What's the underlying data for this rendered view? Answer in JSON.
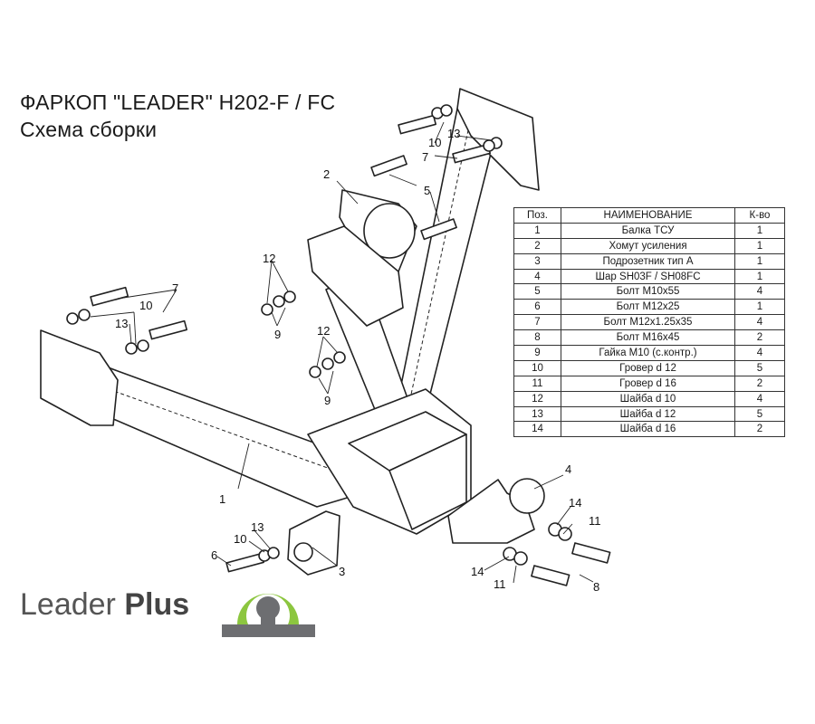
{
  "title_line1": "ФАРКОП \"LEADER\" H202-F / FC",
  "title_line2": "Схема сборки",
  "table": {
    "headers": [
      "Поз.",
      "НАИМЕНОВАНИЕ",
      "К-во"
    ],
    "rows": [
      [
        "1",
        "Балка ТСУ",
        "1"
      ],
      [
        "2",
        "Хомут усиления",
        "1"
      ],
      [
        "3",
        "Подрозетник тип А",
        "1"
      ],
      [
        "4",
        "Шар SH03F / SH08FC",
        "1"
      ],
      [
        "5",
        "Болт М10x55",
        "4"
      ],
      [
        "6",
        "Болт М12x25",
        "1"
      ],
      [
        "7",
        "Болт М12x1.25x35",
        "4"
      ],
      [
        "8",
        "Болт М16x45",
        "2"
      ],
      [
        "9",
        "Гайка  М10 (с.контр.)",
        "4"
      ],
      [
        "10",
        "Гровер d 12",
        "5"
      ],
      [
        "11",
        "Гровер d 16",
        "2"
      ],
      [
        "12",
        "Шайба d 10",
        "4"
      ],
      [
        "13",
        "Шайба d 12",
        "5"
      ],
      [
        "14",
        "Шайба d 16",
        "2"
      ]
    ]
  },
  "callouts": [
    {
      "label": "1"
    },
    {
      "label": "2"
    },
    {
      "label": "3"
    },
    {
      "label": "4"
    },
    {
      "label": "5"
    },
    {
      "label": "6"
    },
    {
      "label": "7"
    },
    {
      "label": "7"
    },
    {
      "label": "8"
    },
    {
      "label": "9"
    },
    {
      "label": "9"
    },
    {
      "label": "10"
    },
    {
      "label": "10"
    },
    {
      "label": "10"
    },
    {
      "label": "11"
    },
    {
      "label": "11"
    },
    {
      "label": "12"
    },
    {
      "label": "12"
    },
    {
      "label": "13"
    },
    {
      "label": "13"
    },
    {
      "label": "13"
    },
    {
      "label": "14"
    },
    {
      "label": "14"
    }
  ],
  "logo": {
    "word1": "Leader",
    "word2": "Plus",
    "colors": {
      "green": "#8cc63f",
      "gray": "#6d6e71"
    }
  }
}
